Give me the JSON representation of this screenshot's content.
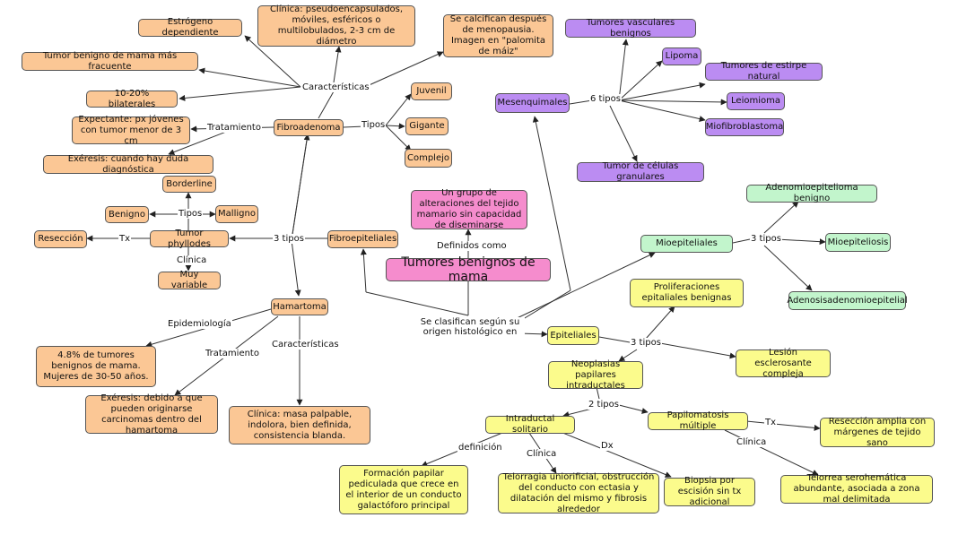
{
  "nodes": {
    "root": "Tumores benignos de mama",
    "definicion": "Un grupo de alteraciones del tejido mamario sin capacidad de diseminarse",
    "fibroadenoma": "Fibroadenoma",
    "estrogeno": "Estrógeno dependiente",
    "mas_frecuente": "Tumor benigno de mama más fracuente",
    "bilaterales": "10-20% bilaterales",
    "clinica_fibro": "Clínica: pseudoencapsulados, móviles, esféricos o multilobulados, 2-3 cm de diámetro",
    "calcifican": "Se calcifican después de menopausia. Imagen en \"palomita de máiz\"",
    "expectante": "Expectante: px jóvenes con tumor menor de 3 cm",
    "exeresis_duda": "Exéresis: cuando hay duda diagnóstica",
    "juvenil": "Juvenil",
    "gigante": "Gigante",
    "complejo": "Complejo",
    "fibroepiteliales": "Fibroepiteliales",
    "phyllodes": "Tumor phyllodes",
    "borderline": "Borderline",
    "benigno": "Benigno",
    "maligno": "Malligno",
    "reseccion": "Resección",
    "muy_variable": "Muy variable",
    "hamartoma": "Hamartoma",
    "epi_hamartoma": "4.8% de tumores benignos de mama. Mujeres de 30-50 años.",
    "exeresis_hamartoma": "Exéresis: debido a que pueden originarse carcinomas dentro del hamartoma",
    "clinica_hamartoma": "Clínica: masa palpable, indolora, bien definida, consistencia blanda.",
    "mesenquimales": "Mesenquimales",
    "vasculares": "Tumores vasculares benignos",
    "lipoma": "Lipoma",
    "estirpe": "Tumores de estirpe natural",
    "leiomioma": "Leiomioma",
    "miofibroblastoma": "Miofibroblastoma",
    "granulares": "Tumor de células granulares",
    "mioepiteliales": "Mioepiteliales",
    "adenomio": "Adenomioepitelioma benigno",
    "mioepiteliosis": "Mioepiteliosis",
    "adenosis": "Adenosisadenomioepitelial",
    "epiteliales": "Epiteliales",
    "proliferaciones": "Proliferaciones epitaliales benignas",
    "lesion": "Lesión esclerosante compleja",
    "neoplasias": "Neoplasias papilares intraductales",
    "intraductal": "Intraductal solitario",
    "papilomatosis": "Papilomatosis múltiple",
    "formacion": "Formación papilar pediculada que crece en el interior de un conducto galactóforo principal",
    "telorragia": "Telorragia uniorificial, obstrucción del conducto con ectasia y dilatación del mismo y fibrosis alrededor",
    "biopsia": "Biopsia por escisión sin tx adicional",
    "reseccion_amplia": "Resección amplia con márgenes de tejido sano",
    "telorrea": "Telorrea serohemática abundante, asociada a zona mal delimitada"
  },
  "labels": {
    "definidos": "Definidos como",
    "clasifican": "Se clasifican según su origen histológico en",
    "caracteristicas": "Características",
    "tratamiento": "Tratamiento",
    "tipos": "Tipos",
    "tres_tipos": "3 tipos",
    "tipos_phyllodes": "Tipos",
    "tx": "Tx",
    "clinica_phyllodes": "Clínica",
    "epidemiologia": "Epidemiología",
    "tratamiento_ham": "Tratamiento",
    "caracteristicas_ham": "Características",
    "seis_tipos": "6 tipos",
    "tres_tipos_mio": "3 tipos",
    "tres_tipos_epi": "3 tipos",
    "dos_tipos": "2 tipos",
    "definicion_lbl": "definición",
    "clinica_intra": "Clínica",
    "dx": "Dx",
    "tx_papilo": "Tx",
    "clinica_papilo": "Clínica"
  },
  "colors": {
    "orange": "#fbc795",
    "purple": "#bb8cf2",
    "green": "#c2f5cc",
    "yellow": "#fbfb8c",
    "pink": "#f58ccd"
  }
}
